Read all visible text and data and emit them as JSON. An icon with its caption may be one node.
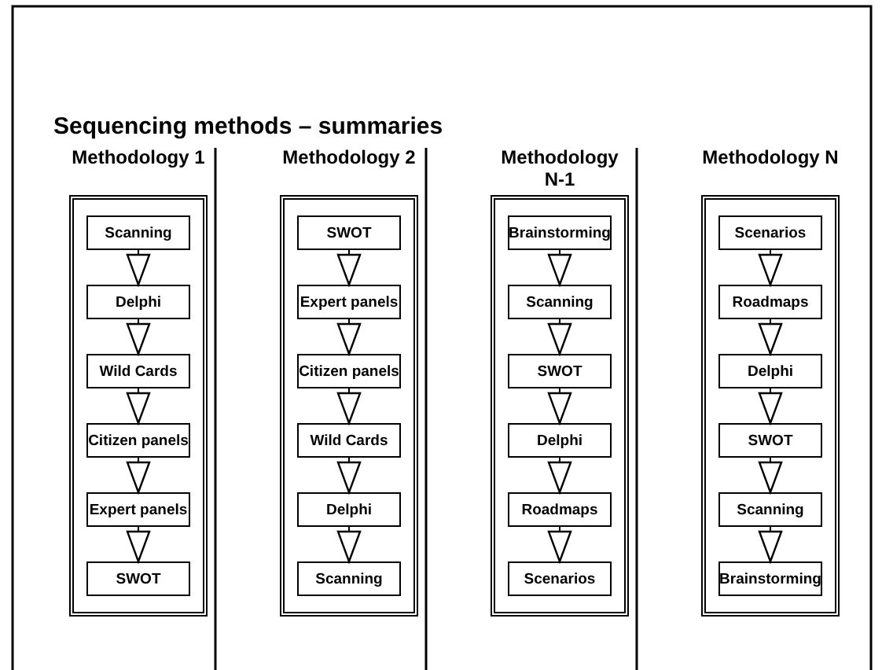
{
  "diagram": {
    "title": "Sequencing methods – summaries",
    "nodes": [
      {
        "text": [
          "Methodology 1"
        ]
      },
      {
        "text": [
          "Scanning"
        ],
        "in": 0
      },
      {
        "text": [
          "Delphi"
        ],
        "in": 0
      },
      {
        "text": [
          "Wild Cards"
        ],
        "in": 0
      },
      {
        "text": [
          "Citizen panels"
        ],
        "in": 0
      },
      {
        "text": [
          "Expert panels"
        ],
        "in": 0
      },
      {
        "text": [
          "SWOT"
        ],
        "in": 0
      },
      {
        "text": [
          "Methodology 2"
        ]
      },
      {
        "text": [
          "SWOT"
        ],
        "in": 7
      },
      {
        "text": [
          "Expert panels"
        ],
        "in": 7
      },
      {
        "text": [
          "Citizen panels"
        ],
        "in": 7
      },
      {
        "text": [
          "Wild Cards"
        ],
        "in": 7
      },
      {
        "text": [
          "Delphi"
        ],
        "in": 7
      },
      {
        "text": [
          "Scanning"
        ],
        "in": 7
      },
      {
        "text": [
          "Methodology N-1"
        ]
      },
      {
        "text": [
          "Brainstorming"
        ],
        "in": 14
      },
      {
        "text": [
          "Scanning"
        ],
        "in": 14
      },
      {
        "text": [
          "SWOT"
        ],
        "in": 14
      },
      {
        "text": [
          "Delphi"
        ],
        "in": 14
      },
      {
        "text": [
          "Roadmaps"
        ],
        "in": 14
      },
      {
        "text": [
          "Scenarios"
        ],
        "in": 14
      },
      {
        "text": [
          "Methodology N"
        ]
      },
      {
        "text": [
          "Scenarios"
        ],
        "in": 21
      },
      {
        "text": [
          "Roadmaps"
        ],
        "in": 21
      },
      {
        "text": [
          "Delphi"
        ],
        "in": 21
      },
      {
        "text": [
          "SWOT"
        ],
        "in": 21
      },
      {
        "text": [
          "Scanning"
        ],
        "in": 21
      },
      {
        "text": [
          "Brainstorming"
        ],
        "in": 21
      }
    ],
    "edges": [
      {
        "from": 1,
        "to": 2,
        "arrow": "to"
      },
      {
        "from": 2,
        "to": 3,
        "arrow": "to"
      },
      {
        "from": 3,
        "to": 4,
        "arrow": "to"
      },
      {
        "from": 4,
        "to": 5,
        "arrow": "to"
      },
      {
        "from": 5,
        "to": 6,
        "arrow": "to"
      },
      {
        "from": 8,
        "to": 9,
        "arrow": "to"
      },
      {
        "from": 9,
        "to": 10,
        "arrow": "to"
      },
      {
        "from": 10,
        "to": 11,
        "arrow": "to"
      },
      {
        "from": 11,
        "to": 12,
        "arrow": "to"
      },
      {
        "from": 12,
        "to": 13,
        "arrow": "to"
      },
      {
        "from": 15,
        "to": 16,
        "arrow": "to"
      },
      {
        "from": 16,
        "to": 17,
        "arrow": "to"
      },
      {
        "from": 17,
        "to": 18,
        "arrow": "to"
      },
      {
        "from": 18,
        "to": 19,
        "arrow": "to"
      },
      {
        "from": 19,
        "to": 20,
        "arrow": "to"
      },
      {
        "from": 22,
        "to": 23,
        "arrow": "to"
      },
      {
        "from": 23,
        "to": 24,
        "arrow": "to"
      },
      {
        "from": 24,
        "to": 25,
        "arrow": "to"
      },
      {
        "from": 25,
        "to": 26,
        "arrow": "to"
      },
      {
        "from": 26,
        "to": 27,
        "arrow": "to"
      }
    ]
  }
}
